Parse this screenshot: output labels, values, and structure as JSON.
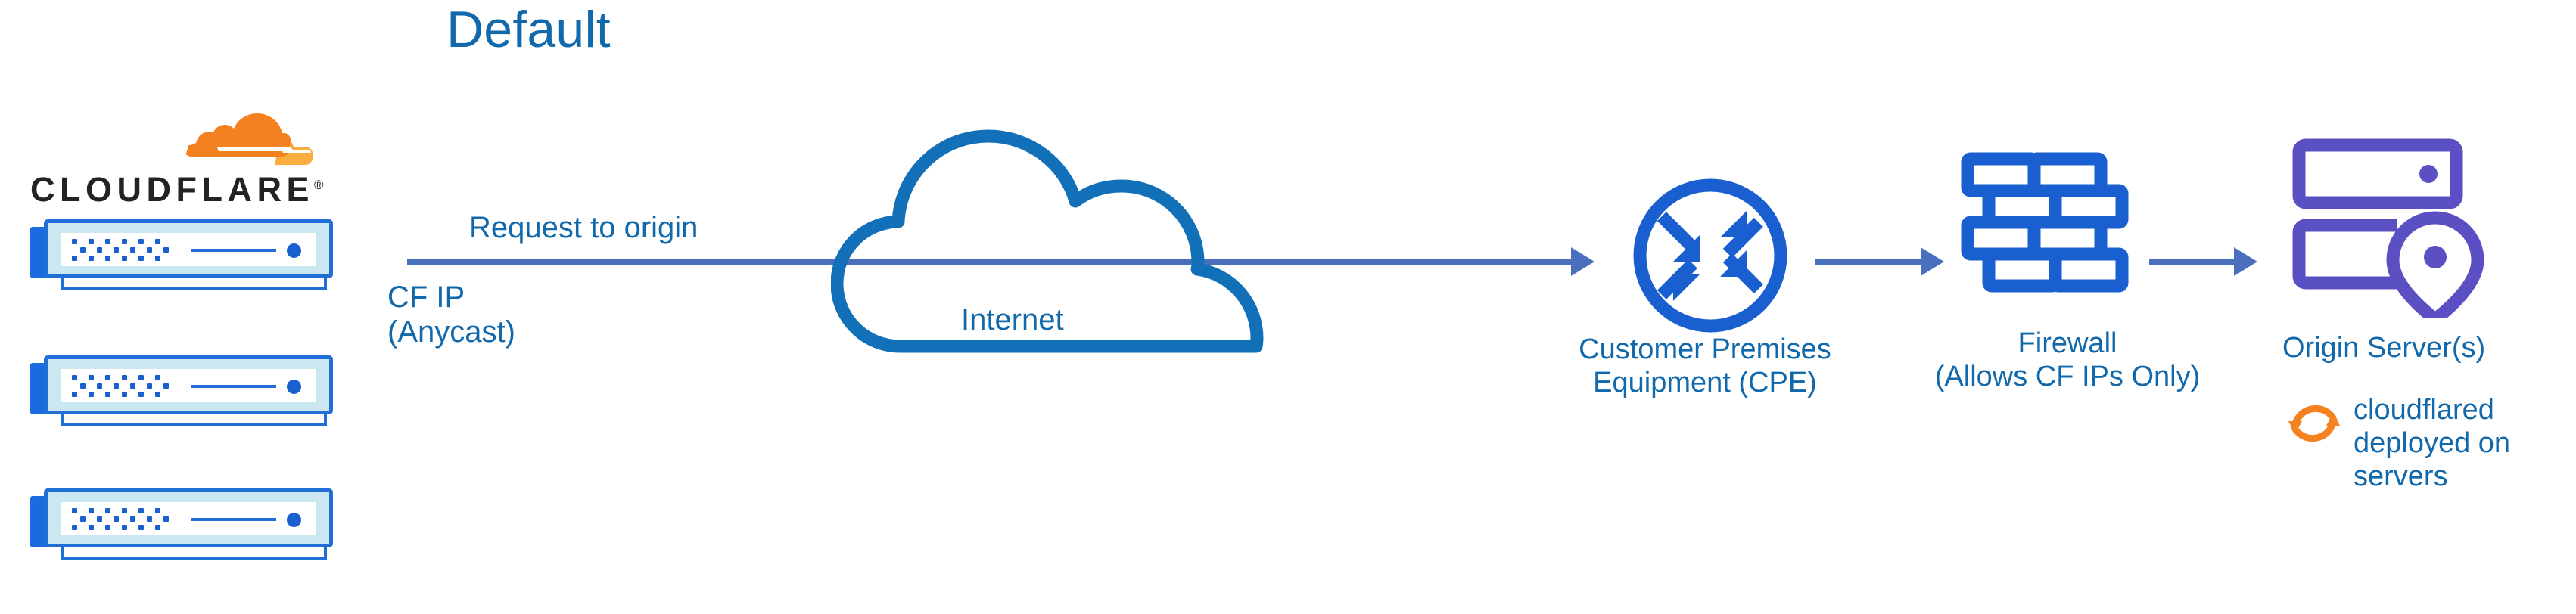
{
  "title": "Default",
  "brand": {
    "wordmark": "CLOUDFLARE",
    "registered": "®",
    "mark_name": "cloudflare-cloud-logo",
    "colors": {
      "orange_dark": "#f48120",
      "orange_light": "#faad3f",
      "wordmark": "#222326"
    }
  },
  "colors": {
    "label_blue": "#1168ab",
    "icon_blue": "#1a5fd0",
    "arrow_blue": "#4a6fbd",
    "server_frame": "#1f6fd6",
    "server_fill": "#cbe7f2",
    "origin_purple": "#5b4fc4",
    "cloudflared_orange": "#f58220",
    "background": "#ffffff"
  },
  "edge_labels": {
    "request_to_origin": "Request to origin",
    "cf_ip": "CF IP\n(Anycast)"
  },
  "nodes": [
    {
      "id": "cloudflare-edge",
      "icon": "server-appliance-stack",
      "count": 3,
      "label": ""
    },
    {
      "id": "internet",
      "icon": "cloud-outline-icon",
      "label": "Internet"
    },
    {
      "id": "cpe",
      "icon": "router-circle-arrows-icon",
      "label": "Customer Premises\nEquipment (CPE)"
    },
    {
      "id": "firewall",
      "icon": "brick-wall-icon",
      "label": "Firewall\n(Allows CF IPs Only)"
    },
    {
      "id": "origin-server",
      "icon": "server-rack-location-pin-icon",
      "label": "Origin Server(s)",
      "annotation": {
        "icon": "sync-refresh-icon",
        "text": "cloudflared\ndeployed on\nservers"
      }
    }
  ],
  "arrows": [
    {
      "id": "edge-to-cpe",
      "from": "cloudflare-edge",
      "to": "cpe",
      "label": "Request to origin"
    },
    {
      "id": "cpe-to-firewall",
      "from": "cpe",
      "to": "firewall",
      "label": ""
    },
    {
      "id": "firewall-to-origin",
      "from": "firewall",
      "to": "origin-server",
      "label": ""
    }
  ]
}
